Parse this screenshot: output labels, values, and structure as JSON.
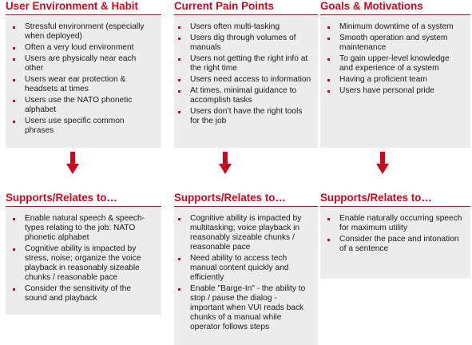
{
  "colors": {
    "accent": "#cc0a1e",
    "panel": "#ececec",
    "text": "#1a1a1a"
  },
  "columns": [
    {
      "heading": "User Environment & Habit",
      "items": [
        "Stressful environment (especially when deployed)",
        "Often a very loud environment",
        "Users are physically near each other",
        "Users wear ear protection & headsets at times",
        "Users use the NATO phonetic alphabet",
        "Users use specific common phrases"
      ],
      "supports_heading": "Supports/Relates to…",
      "supports_items": [
        "Enable natural speech & speech-types relating to the job: NATO phonetic alphabet",
        "Cognitive ability is impacted by stress, noise; organize the voice playback in reasonably sizeable chunks / reasonable pace",
        "Consider the sensitivity of the sound and playback"
      ]
    },
    {
      "heading": "Current Pain Points",
      "items": [
        "Users often multi-tasking",
        "Users dig through volumes of manuals",
        "Users not getting the right info at the right time",
        "Users need access to information",
        "At times, minimal guidance to accomplish tasks",
        "Users don’t have the right tools for the job"
      ],
      "supports_heading": "Supports/Relates to…",
      "supports_items": [
        "Cognitive ability is impacted by multitasking; voice playback in reasonably sizeable chunks / reasonable pace",
        "Need ability to access tech manual content quickly and efficiently",
        "Enable \"Barge-In\" - the ability to stop / pause the dialog - important when VUI reads back chunks of a manual while operator follows steps"
      ]
    },
    {
      "heading": "Goals & Motivations",
      "items": [
        "Minimum downtime of a system",
        "Smooth operation and system maintenance",
        "To gain upper-level knowledge and experience of a system",
        "Having a proficient team",
        "Users have personal pride"
      ],
      "supports_heading": "Supports/Relates to…",
      "supports_items": [
        "Enable naturally occurring speech for maximum utility",
        "Consider the pace and intonation of a sentence"
      ]
    }
  ]
}
